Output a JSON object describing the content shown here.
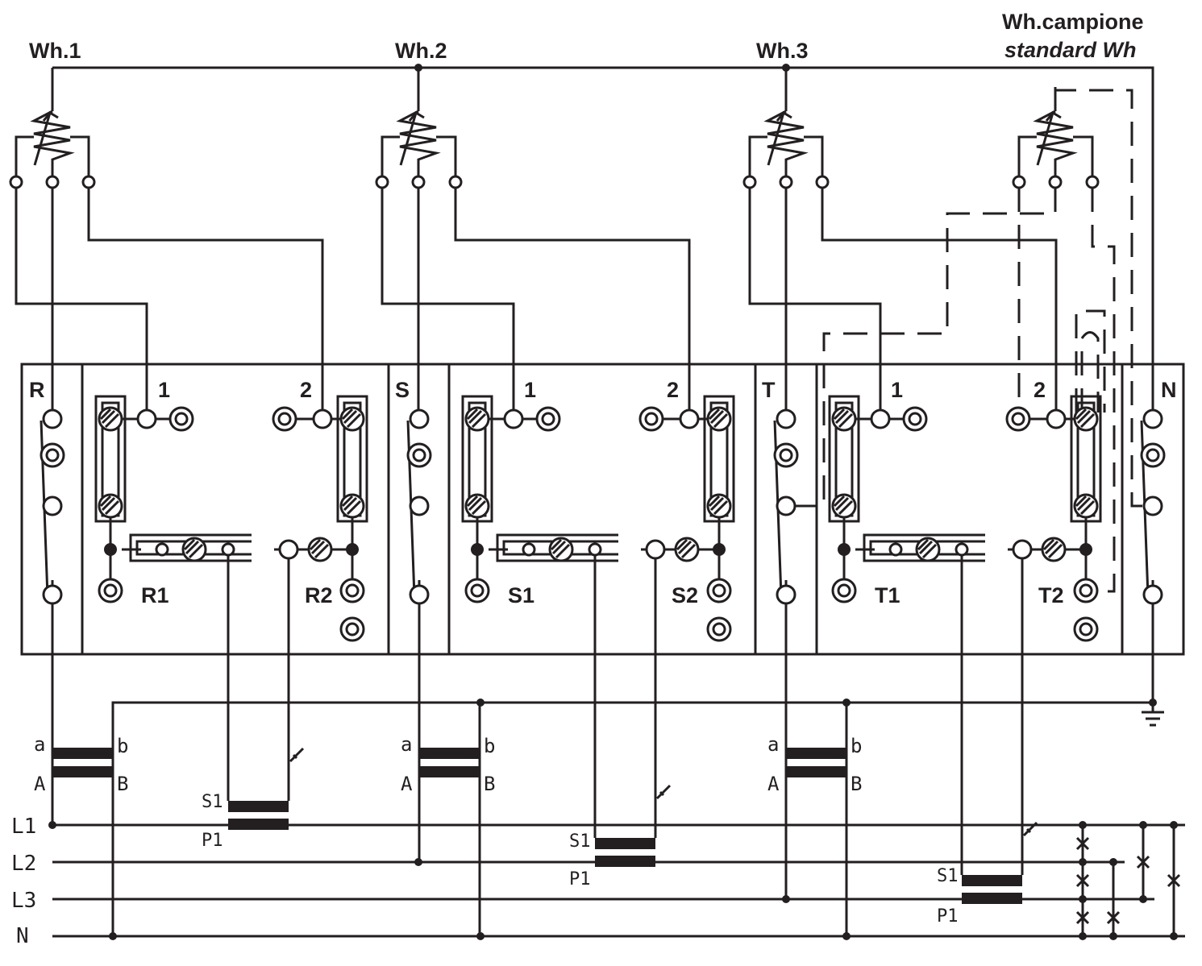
{
  "meters": {
    "wh1": "Wh.1",
    "wh2": "Wh.2",
    "wh3": "Wh.3",
    "standard_line1": "Wh.campione",
    "standard_line2": "standard Wh"
  },
  "terminal_block": {
    "phase_labels": [
      "R",
      "S",
      "T"
    ],
    "neutral_label": "N",
    "section_numbers": [
      "1",
      "2",
      "1",
      "2",
      "1",
      "2"
    ],
    "shunt_labels": [
      "R1",
      "R2",
      "S1",
      "S2",
      "T1",
      "T2"
    ]
  },
  "transformers": {
    "voltage_top": [
      "a",
      "b"
    ],
    "voltage_bottom": [
      "A",
      "B"
    ],
    "current_labels": [
      "S1",
      "P1"
    ]
  },
  "lines": [
    "L1",
    "L2",
    "L3",
    "N"
  ]
}
